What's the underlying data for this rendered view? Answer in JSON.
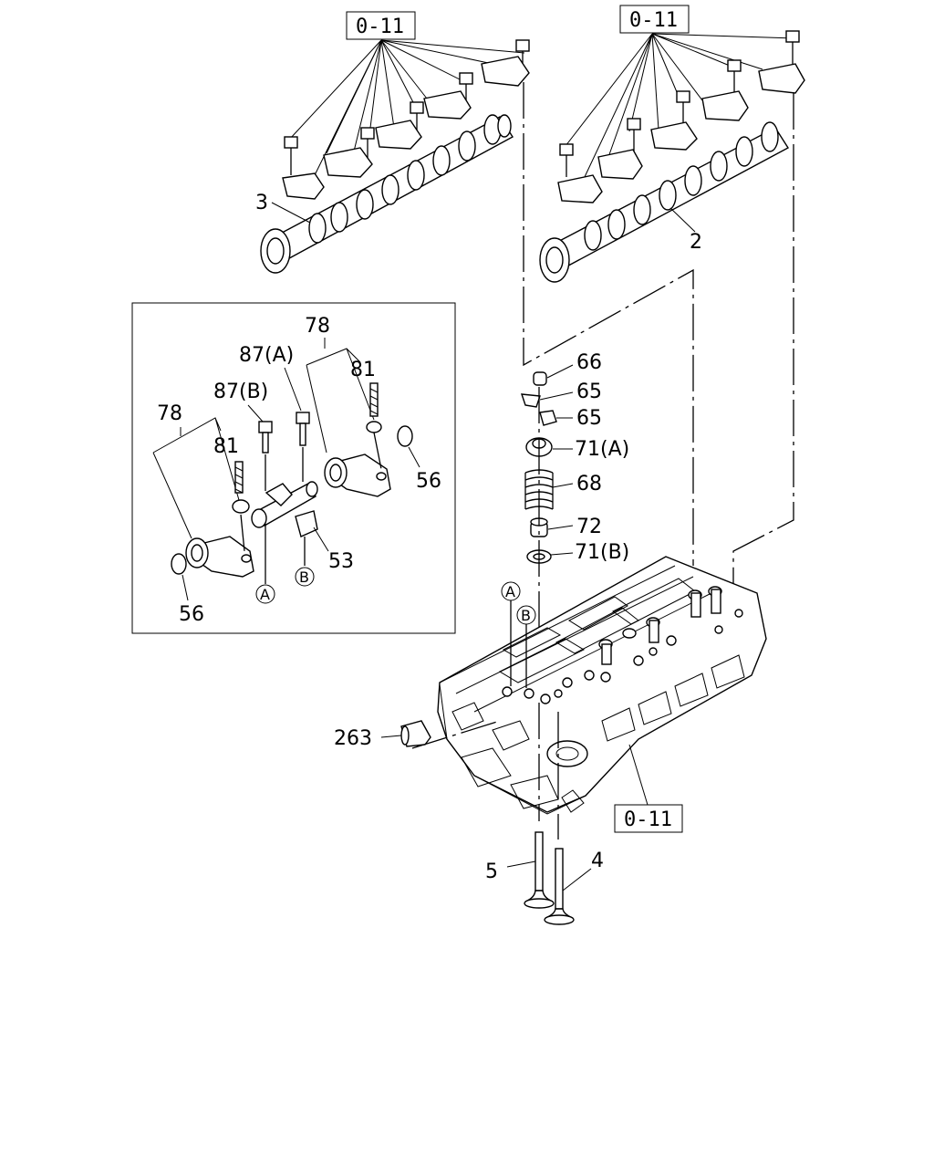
{
  "refs": {
    "top_left": "0-11",
    "top_right": "0-11",
    "bottom": "0-11"
  },
  "labels": {
    "p3": "3",
    "p2": "2",
    "p66": "66",
    "p65a": "65",
    "p65b": "65",
    "p71a": "71(A)",
    "p68": "68",
    "p72": "72",
    "p71b": "71(B)",
    "p263": "263",
    "p5": "5",
    "p4": "4",
    "inset_78a": "78",
    "inset_78b": "78",
    "inset_87a": "87(A)",
    "inset_87b": "87(B)",
    "inset_81a": "81",
    "inset_81b": "81",
    "inset_56a": "56",
    "inset_56b": "56",
    "inset_53": "53"
  },
  "markers": {
    "a": "A",
    "b": "B"
  }
}
